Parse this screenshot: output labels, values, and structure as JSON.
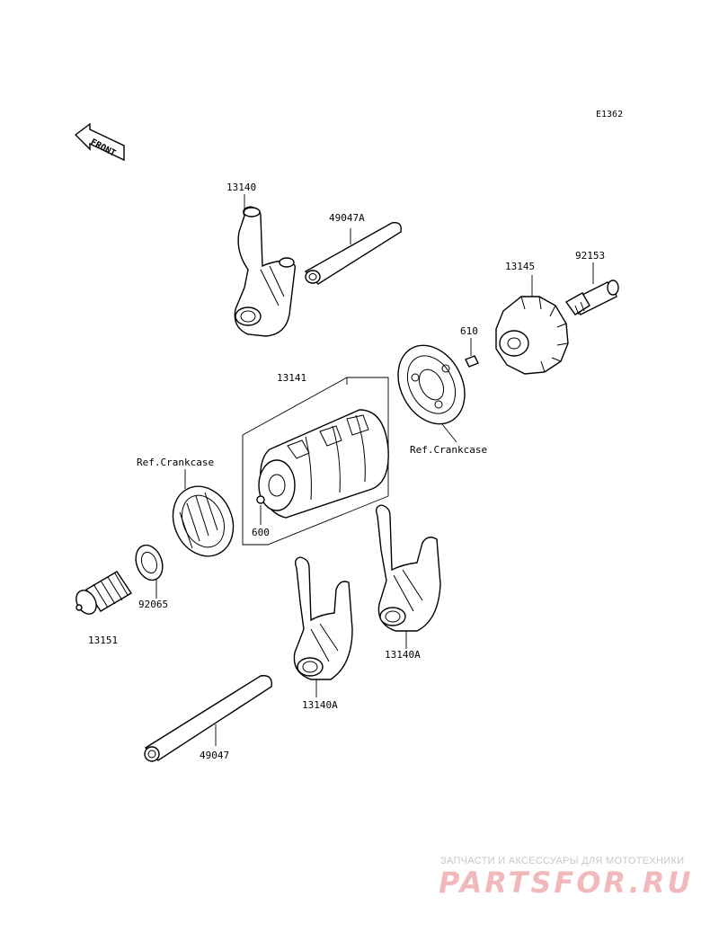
{
  "diagram_code": "E1362",
  "front_label": "FRONT",
  "parts": {
    "p13140": "13140",
    "p49047A": "49047A",
    "p13145": "13145",
    "p92153": "92153",
    "p610": "610",
    "p13141": "13141",
    "p600": "600",
    "p92065": "92065",
    "p13151": "13151",
    "p13140A_1": "13140A",
    "p13140A_2": "13140A",
    "p49047": "49047"
  },
  "refs": {
    "crankcase_left": "Ref.Crankcase",
    "crankcase_right": "Ref.Crankcase"
  },
  "watermark": {
    "tagline": "ЗАПЧАСТИ И АКСЕССУАРЫ ДЛЯ МОТОТЕХНИКИ",
    "logo": "PARTSFOR.RU"
  }
}
